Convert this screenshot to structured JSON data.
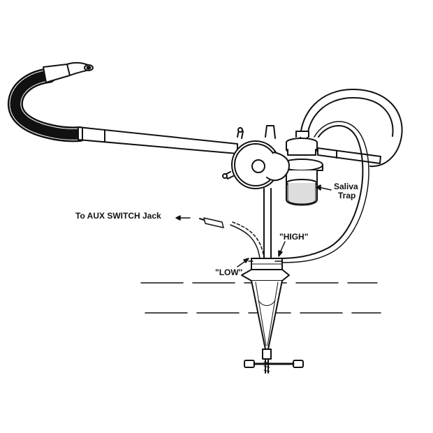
{
  "labels": {
    "aux_switch": "To AUX SWITCH Jack",
    "high": "\"HIGH\"",
    "low": "\"LOW\"",
    "saliva_line1": "Saliva",
    "saliva_line2": "Trap"
  },
  "colors": {
    "ink": "#111111",
    "background": "#ffffff"
  }
}
